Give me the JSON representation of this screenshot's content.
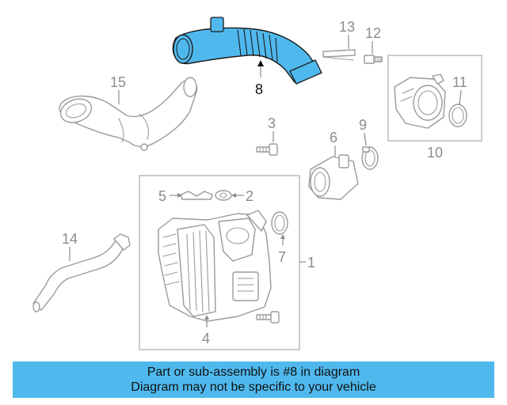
{
  "diagram": {
    "highlight_color": "#4fb9ee",
    "callouts": {
      "c1": "1",
      "c2": "2",
      "c3": "3",
      "c4": "4",
      "c5": "5",
      "c6": "6",
      "c7": "7",
      "c8": "8",
      "c9": "9",
      "c10": "10",
      "c11": "11",
      "c12": "12",
      "c13": "13",
      "c14": "14",
      "c15": "15"
    }
  },
  "banner": {
    "line1": "Part or sub-assembly is #8 in diagram",
    "line2": "Diagram may not be specific to your vehicle"
  }
}
